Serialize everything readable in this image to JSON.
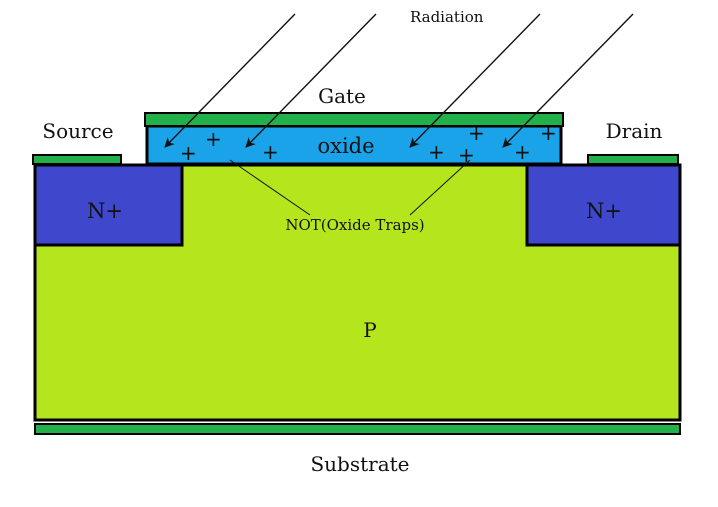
{
  "labels": {
    "radiation": "Radiation",
    "gate": "Gate",
    "oxide": "oxide",
    "source": "Source",
    "drain": "Drain",
    "n_plus_left": "N+",
    "n_plus_right": "N+",
    "p_region": "P",
    "substrate": "Substrate",
    "oxide_traps": "NOT(Oxide Traps)"
  },
  "charges": {
    "symbol": "+",
    "count": 8
  },
  "colors": {
    "metal": "#22b04b",
    "oxide": "#1aa3e8",
    "n_plus": "#3f48cc",
    "p_region": "#b5e61d",
    "outline": "#000000"
  }
}
